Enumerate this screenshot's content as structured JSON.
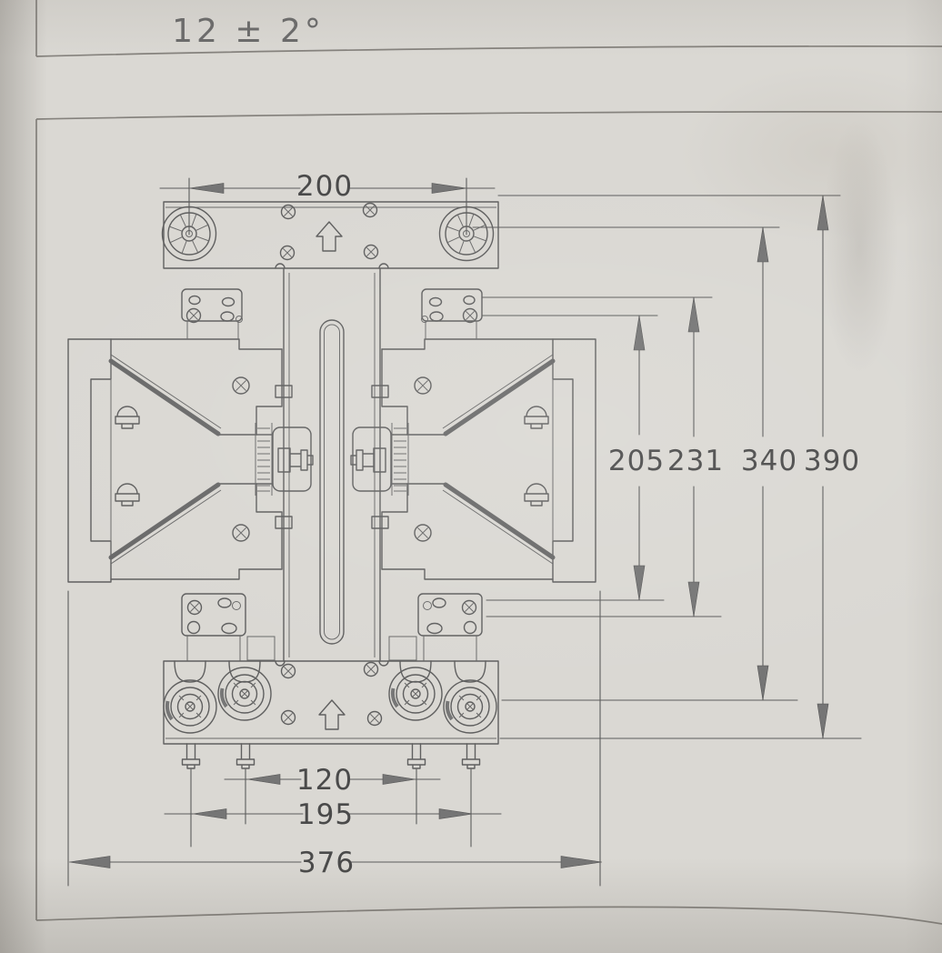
{
  "page": {
    "tolerance_label": "12 ± 2°"
  },
  "dimensions": {
    "top_width": "200",
    "inner_height": "205",
    "bracket_height": "231",
    "mount_height": "340",
    "overall_height": "390",
    "bolt_spacing_inner": "120",
    "bolt_spacing_outer": "195",
    "overall_width": "376"
  },
  "colors": {
    "paper": "#dad8d3",
    "line": "#5f5f5f",
    "text": "#4a4a4a"
  }
}
